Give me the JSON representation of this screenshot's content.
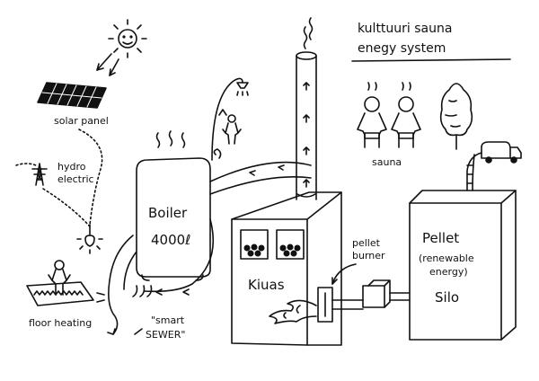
{
  "title": {
    "line1": "kulttuuri sauna",
    "line2": "enegy system"
  },
  "labels": {
    "solar_panel": "solar panel",
    "hydro": "hydro",
    "electric": "electric",
    "boiler": "Boiler",
    "boiler_capacity": "4000ℓ",
    "kiuas": "Kiuas",
    "pellet_burner_1": "pellet",
    "pellet_burner_2": "burner",
    "silo_1": "Pellet",
    "silo_2": "(renewable",
    "silo_3": "energy)",
    "silo_4": "Silo",
    "sauna": "sauna",
    "floor_heating": "floor heating",
    "smart_sewer_1": "\"smart",
    "smart_sewer_2": "SEWER\""
  },
  "icons": [
    "sun-icon",
    "solar-panel-icon",
    "power-pylon-icon",
    "light-bulb-icon",
    "shower-icon",
    "person-icon",
    "tree-icon",
    "truck-icon",
    "flame-icon",
    "chimney-icon"
  ],
  "colors": {
    "ink": "#111111",
    "paper": "#ffffff"
  }
}
